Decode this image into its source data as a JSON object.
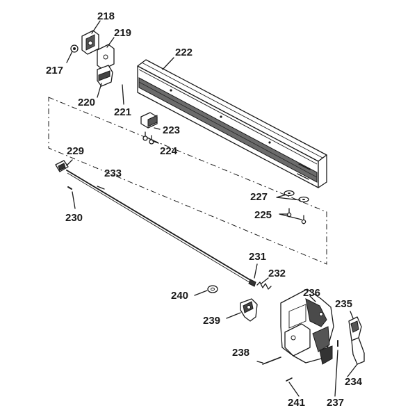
{
  "callouts": [
    {
      "id": "c217",
      "text": "217"
    },
    {
      "id": "c218",
      "text": "218"
    },
    {
      "id": "c219",
      "text": "219"
    },
    {
      "id": "c220",
      "text": "220"
    },
    {
      "id": "c221",
      "text": "221"
    },
    {
      "id": "c222",
      "text": "222"
    },
    {
      "id": "c223",
      "text": "223"
    },
    {
      "id": "c224",
      "text": "224"
    },
    {
      "id": "c225",
      "text": "225"
    },
    {
      "id": "c227",
      "text": "227"
    },
    {
      "id": "c229",
      "text": "229"
    },
    {
      "id": "c230",
      "text": "230"
    },
    {
      "id": "c231",
      "text": "231"
    },
    {
      "id": "c232",
      "text": "232"
    },
    {
      "id": "c233",
      "text": "233"
    },
    {
      "id": "c234",
      "text": "234"
    },
    {
      "id": "c235",
      "text": "235"
    },
    {
      "id": "c236",
      "text": "236"
    },
    {
      "id": "c237",
      "text": "237"
    },
    {
      "id": "c238",
      "text": "238"
    },
    {
      "id": "c239",
      "text": "239"
    },
    {
      "id": "c240",
      "text": "240"
    },
    {
      "id": "c241",
      "text": "241"
    }
  ]
}
